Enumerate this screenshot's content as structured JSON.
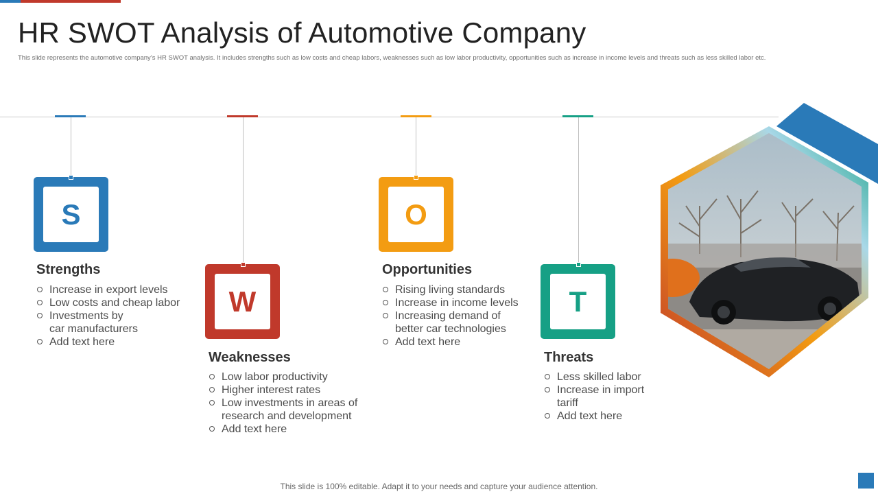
{
  "slide": {
    "title": "HR SWOT Analysis of Automotive Company",
    "subtitle": "This slide represents the automotive company’s HR  SWOT analysis. It includes strengths such as low costs and cheap labors, weaknesses such as low labor productivity, opportunities such as increase in income levels and threats such as less skilled labor etc.",
    "footer": "This slide is 100% editable. Adapt it to your  needs and capture your audience attention."
  },
  "colors": {
    "strengths": "#2a7ab8",
    "weaknesses": "#c0392b",
    "opportunities": "#f39c12",
    "threats": "#16a085"
  },
  "swot": {
    "s": {
      "letter": "S",
      "heading": "Strengths",
      "items": [
        "Increase  in export levels",
        "Low costs and cheap labor",
        "Investments  by",
        "Add text here"
      ],
      "item_3_cont": "car manufacturers"
    },
    "w": {
      "letter": "W",
      "heading": "Weaknesses",
      "items": [
        "Low labor productivity",
        "Higher interest rates",
        "Low investments in areas of",
        "Add text here"
      ],
      "item_3_cont": "research and development"
    },
    "o": {
      "letter": "O",
      "heading": "Opportunities",
      "items": [
        "Rising living standards",
        "Increase  in income levels",
        "Increasing  demand of",
        "Add text here"
      ],
      "item_3_cont": "better car technologies"
    },
    "t": {
      "letter": "T",
      "heading": "Threats",
      "items": [
        "Less skilled labor",
        "Increase  in import",
        "Add text here"
      ],
      "item_2_cont": "tariff"
    }
  },
  "image": {
    "icon": "car-photo-hexagon"
  }
}
